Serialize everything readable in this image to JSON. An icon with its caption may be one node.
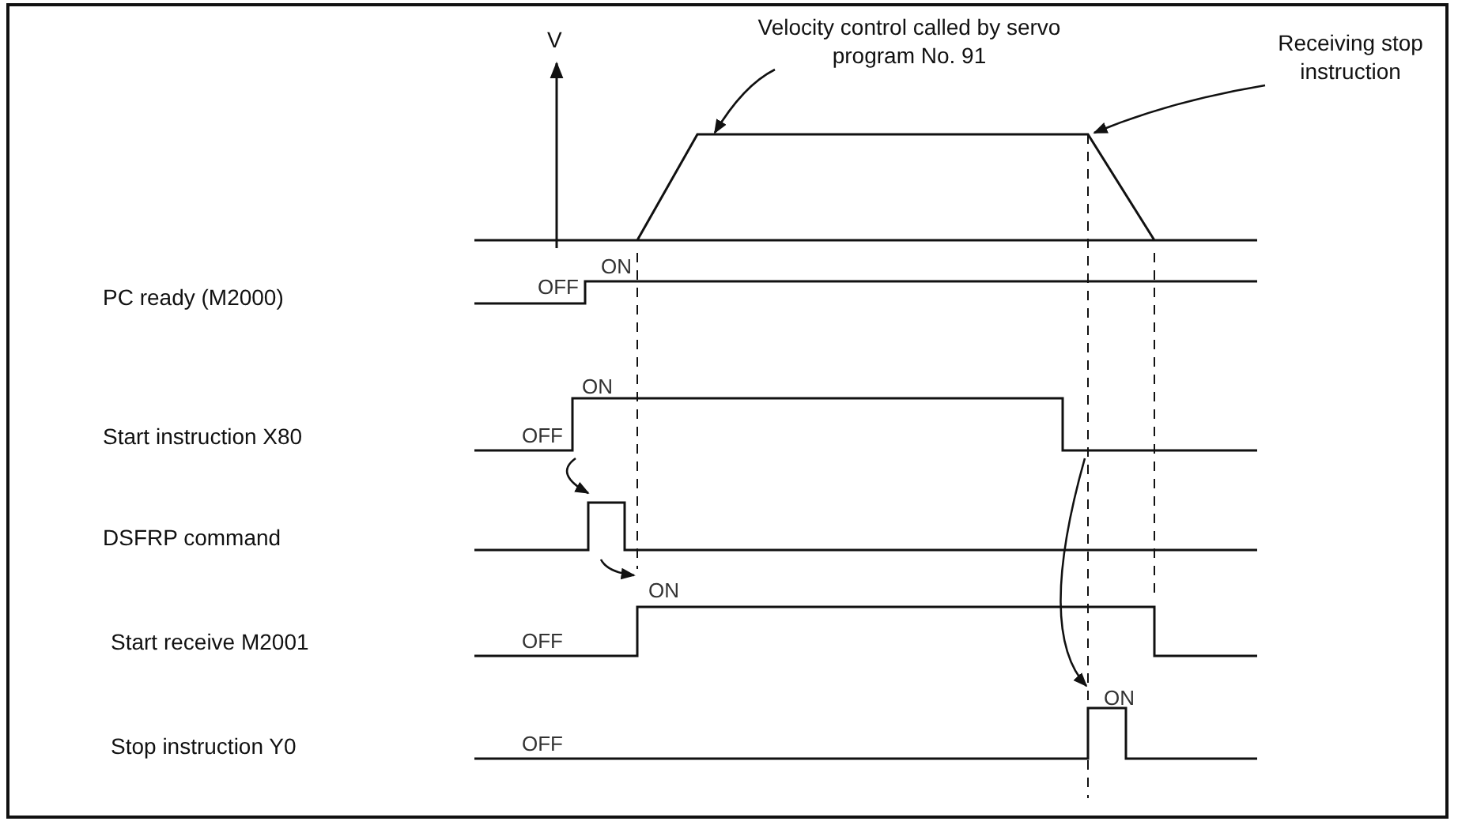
{
  "diagram": {
    "nodes": [
      {
        "text": [
          "Velocity control called by servo program No. 91"
        ]
      },
      {
        "text": [
          "Receiving stop instruction"
        ]
      },
      {
        "text": [],
        "shape": "picture"
      },
      {
        "text": [
          "PC ready (M2000)"
        ]
      },
      {
        "text": [
          "Start instruction X80"
        ]
      },
      {
        "text": [
          "DSFRP command"
        ]
      },
      {
        "text": [
          "Start receive M2001"
        ]
      },
      {
        "text": [
          "Stop instruction Y0"
        ]
      }
    ],
    "edges": [
      {
        "from": 0,
        "to": 2,
        "arrow": "to"
      },
      {
        "from": 1,
        "to": 2,
        "arrow": "to"
      },
      {
        "from": 4,
        "to": 5,
        "arrow": "to"
      },
      {
        "from": 5,
        "to": 6,
        "arrow": "to"
      },
      {
        "from": 4,
        "to": 7,
        "arrow": "to"
      }
    ],
    "labels": [
      "V",
      "ON",
      "OFF",
      "ON",
      "OFF",
      "ON",
      "OFF",
      "ON",
      "OFF"
    ]
  }
}
